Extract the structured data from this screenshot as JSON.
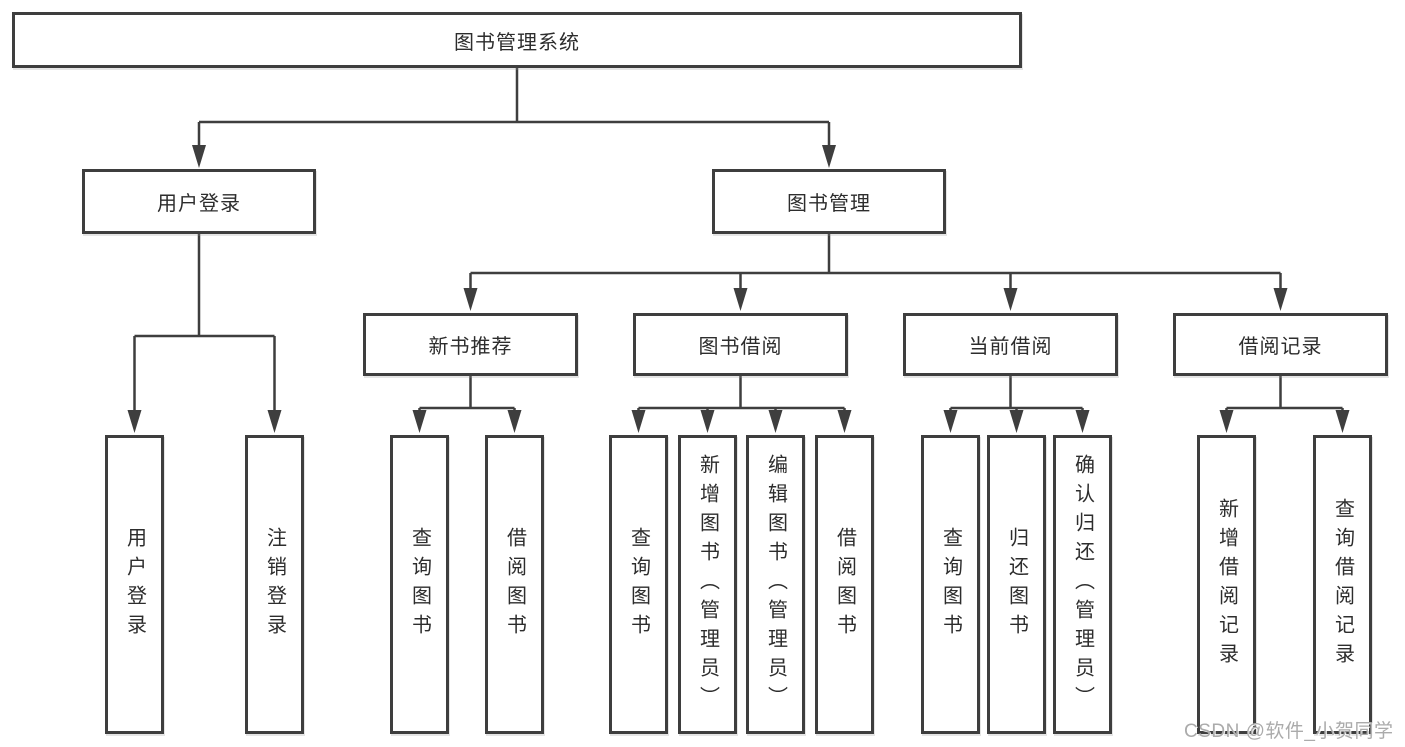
{
  "tree": {
    "root": {
      "label": "图书管理系统"
    },
    "level2": [
      {
        "label": "用户登录",
        "leaves": [
          {
            "label": "用户登录"
          },
          {
            "label": "注销登录"
          }
        ]
      },
      {
        "label": "图书管理",
        "groups": [
          {
            "label": "新书推荐",
            "leaves": [
              {
                "label": "查询图书"
              },
              {
                "label": "借阅图书"
              }
            ]
          },
          {
            "label": "图书借阅",
            "leaves": [
              {
                "label": "查询图书"
              },
              {
                "label": "新增图书（管理员）"
              },
              {
                "label": "编辑图书（管理员）"
              },
              {
                "label": "借阅图书"
              }
            ]
          },
          {
            "label": "当前借阅",
            "leaves": [
              {
                "label": "查询图书"
              },
              {
                "label": "归还图书"
              },
              {
                "label": "确认归还（管理员）"
              }
            ]
          },
          {
            "label": "借阅记录",
            "leaves": [
              {
                "label": "新增借阅记录"
              },
              {
                "label": "查询借阅记录"
              }
            ]
          }
        ]
      }
    ]
  },
  "watermark": {
    "text": "CSDN @软件_小贺同学"
  },
  "colors": {
    "line": "#3e3e3e",
    "text": "#2d2d2d",
    "box_background": "#ffffff",
    "watermark": "#ababab",
    "background": "#ffffff"
  }
}
